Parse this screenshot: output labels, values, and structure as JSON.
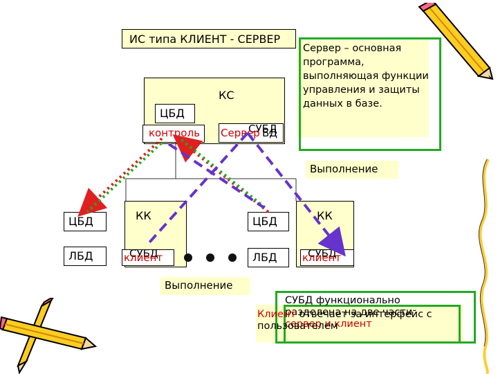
{
  "title": "ИС типа КЛИЕНТ - СЕРВЕР",
  "server_desc": "Сервер – основная программа, выполняющая функции управления и защиты данных в базе.",
  "server_block": {
    "kc": "КС",
    "cbd": "ЦБД",
    "control": "контроль",
    "server": "Сервер",
    "bd": "БД",
    "subd": "СУБД"
  },
  "execution_top": "Выполнение",
  "execution_bottom": "Выполнение",
  "client_left": {
    "cbd": "ЦБД",
    "kk": "КК",
    "lbd": "ЛБД",
    "subd": "СУБД",
    "client": "клиент"
  },
  "client_right": {
    "cbd": "ЦБД",
    "kk": "КК",
    "lbd": "ЛБД",
    "subd": "СУБД",
    "client": "клиент"
  },
  "note_subd": "СУБД функционально разделена на две части",
  "note_subd_parts": "сервер и клиент",
  "note_client_word": "Клиент",
  "note_client_rest": "отвечает за интерфейс с пользователем",
  "colors": {
    "green": "#22aa22",
    "dots": "#e02020",
    "dots_green": "#22aa22",
    "dashes": "#6633cc",
    "fill": "#ffffcc"
  },
  "icons": [
    "pencil-icon-top-right",
    "pencils-icon-bottom-left",
    "squiggle-line-right"
  ]
}
